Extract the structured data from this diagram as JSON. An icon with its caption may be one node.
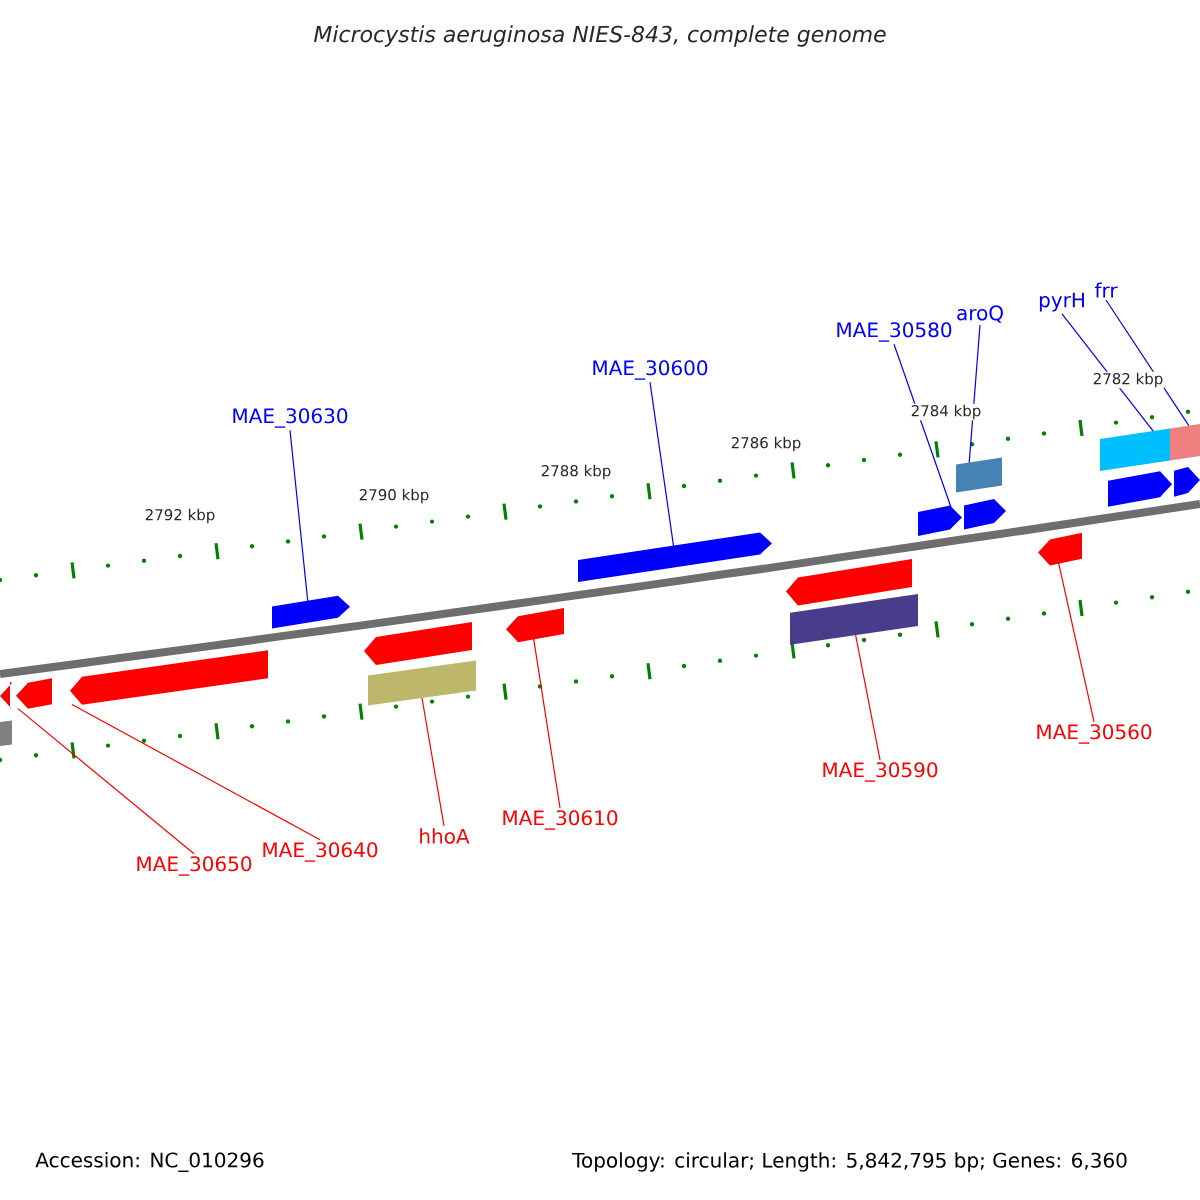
{
  "diagram": {
    "title": "Microcystis aeruginosa NIES-843, complete genome",
    "nodes": [
      {
        "text": [
          "MAE_30630"
        ]
      },
      {
        "text": [
          "MAE_30600"
        ]
      },
      {
        "text": [
          "MAE_30580"
        ]
      },
      {
        "text": [
          "aroQ"
        ]
      },
      {
        "text": [
          "pyrH"
        ]
      },
      {
        "text": [
          "frr"
        ]
      },
      {
        "text": [
          "MAE_30650"
        ]
      },
      {
        "text": [
          "MAE_30640"
        ]
      },
      {
        "text": [
          "hhoA"
        ]
      },
      {
        "text": [
          "MAE_30610"
        ]
      },
      {
        "text": [
          "MAE_30590"
        ]
      },
      {
        "text": [
          "MAE_30560"
        ]
      },
      {
        "text": [],
        "shape": "block"
      },
      {
        "text": [],
        "shape": "bar"
      },
      {
        "text": [],
        "shape": "block"
      },
      {
        "text": [],
        "shape": "block"
      },
      {
        "text": [],
        "shape": "block"
      },
      {
        "text": [],
        "shape": "block"
      },
      {
        "text": [],
        "shape": "bar"
      },
      {
        "text": [],
        "shape": "block"
      },
      {
        "text": [],
        "shape": "block"
      },
      {
        "text": [],
        "shape": "block"
      },
      {
        "text": [],
        "shape": "bar"
      },
      {
        "text": [],
        "shape": "block"
      },
      {
        "text": [],
        "shape": "bar"
      },
      {
        "text": [],
        "shape": "block"
      },
      {
        "text": [],
        "shape": "block"
      },
      {
        "text": [],
        "shape": "bar"
      },
      {
        "text": [],
        "shape": "block"
      },
      {
        "text": [],
        "shape": "bar"
      },
      {
        "text": [],
        "shape": "block"
      }
    ],
    "edges": [
      {
        "from": 0,
        "to": 16,
        "arrow": "none"
      },
      {
        "from": 1,
        "to": 20,
        "arrow": "none"
      },
      {
        "from": 2,
        "to": 23,
        "arrow": "none"
      },
      {
        "from": 3,
        "to": 24,
        "arrow": "none"
      },
      {
        "from": 4,
        "to": 27,
        "arrow": "none"
      },
      {
        "from": 5,
        "to": 29,
        "arrow": "none"
      },
      {
        "from": 6,
        "to": 14,
        "arrow": "none",
        "color": "#ff0000"
      },
      {
        "from": 7,
        "to": 15,
        "arrow": "none",
        "color": "#ff0000"
      },
      {
        "from": 8,
        "to": 18,
        "arrow": "none",
        "color": "#ff0000"
      },
      {
        "from": 9,
        "to": 19,
        "arrow": "none",
        "color": "#ff0000"
      },
      {
        "from": 10,
        "to": 22,
        "arrow": "none",
        "color": "#ff0000"
      },
      {
        "from": 11,
        "to": 26,
        "arrow": "none",
        "color": "#ff0000"
      }
    ],
    "labels": [
      "2792 kbp",
      "2790 kbp",
      "2788 kbp",
      "2786 kbp",
      "2784 kbp",
      "2782 kbp",
      "Accession: NC_010296",
      "Topology: circular; Length: 5,842,795 bp; Genes: 6,360"
    ]
  }
}
